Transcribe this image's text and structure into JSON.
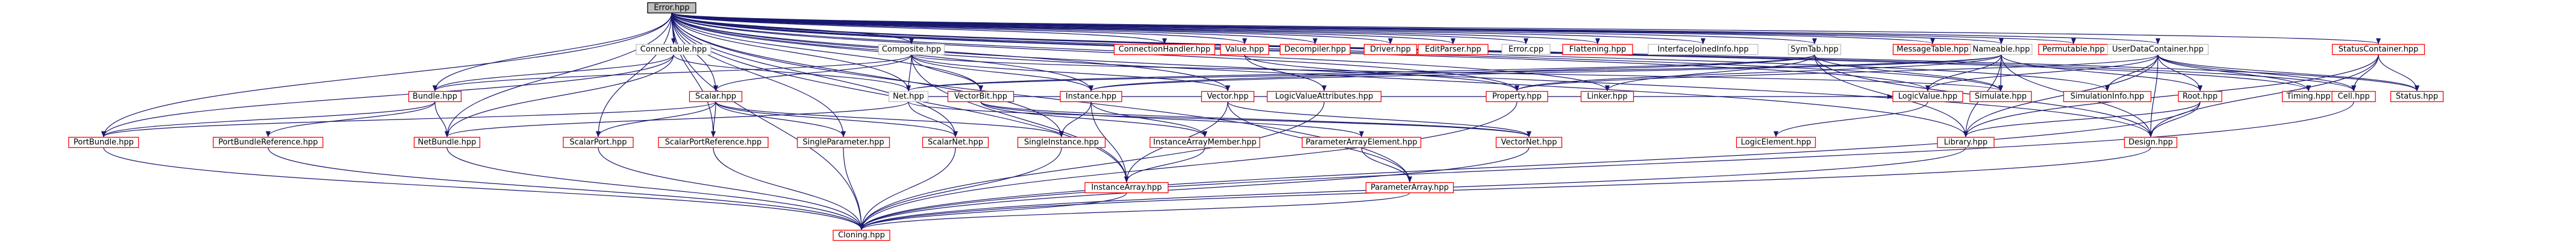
{
  "graph": {
    "colors": {
      "root_fill": "#bfbfbf",
      "root_border": "#000000",
      "node_fill": "#ffffff",
      "node_border_linked": "#ff0000",
      "node_border_plain": "#bfbfbf",
      "edge": "#191970"
    },
    "nodes": [
      {
        "id": "error",
        "label": "Error.hpp",
        "style": "root"
      },
      {
        "id": "connectable",
        "label": "Connectable.hpp",
        "style": "plain"
      },
      {
        "id": "composite",
        "label": "Composite.hpp",
        "style": "plain"
      },
      {
        "id": "connectionhandler",
        "label": "ConnectionHandler.hpp",
        "style": "linked"
      },
      {
        "id": "value",
        "label": "Value.hpp",
        "style": "linked"
      },
      {
        "id": "decompiler",
        "label": "Decompiler.hpp",
        "style": "linked"
      },
      {
        "id": "driver",
        "label": "Driver.hpp",
        "style": "linked"
      },
      {
        "id": "editparser",
        "label": "EditParser.hpp",
        "style": "linked"
      },
      {
        "id": "errorcpp",
        "label": "Error.cpp",
        "style": "plain"
      },
      {
        "id": "flattening",
        "label": "Flattening.hpp",
        "style": "linked"
      },
      {
        "id": "interfacejoinedinfo",
        "label": "InterfaceJoinedInfo.hpp",
        "style": "plain"
      },
      {
        "id": "symtab",
        "label": "SymTab.hpp",
        "style": "plain"
      },
      {
        "id": "messagetable",
        "label": "MessageTable.hpp",
        "style": "linked"
      },
      {
        "id": "nameable",
        "label": "Nameable.hpp",
        "style": "plain"
      },
      {
        "id": "permutable",
        "label": "Permutable.hpp",
        "style": "linked"
      },
      {
        "id": "userdatacontainer",
        "label": "UserDataContainer.hpp",
        "style": "plain"
      },
      {
        "id": "statuscontainer",
        "label": "StatusContainer.hpp",
        "style": "linked"
      },
      {
        "id": "bundle",
        "label": "Bundle.hpp",
        "style": "linked"
      },
      {
        "id": "scalar",
        "label": "Scalar.hpp",
        "style": "linked"
      },
      {
        "id": "net",
        "label": "Net.hpp",
        "style": "plain"
      },
      {
        "id": "vectorbit",
        "label": "VectorBit.hpp",
        "style": "linked"
      },
      {
        "id": "instance",
        "label": "Instance.hpp",
        "style": "linked"
      },
      {
        "id": "vector",
        "label": "Vector.hpp",
        "style": "linked"
      },
      {
        "id": "logicvalueattributes",
        "label": "LogicValueAttributes.hpp",
        "style": "linked"
      },
      {
        "id": "property",
        "label": "Property.hpp",
        "style": "linked"
      },
      {
        "id": "linker",
        "label": "Linker.hpp",
        "style": "linked"
      },
      {
        "id": "logicvalue",
        "label": "LogicValue.hpp",
        "style": "linked"
      },
      {
        "id": "simulate",
        "label": "Simulate.hpp",
        "style": "linked"
      },
      {
        "id": "simulationinfo",
        "label": "SimulationInfo.hpp",
        "style": "linked"
      },
      {
        "id": "root",
        "label": "Root.hpp",
        "style": "linked"
      },
      {
        "id": "timing",
        "label": "Timing.hpp",
        "style": "linked"
      },
      {
        "id": "cell",
        "label": "Cell.hpp",
        "style": "linked"
      },
      {
        "id": "status",
        "label": "Status.hpp",
        "style": "linked"
      },
      {
        "id": "portbundle",
        "label": "PortBundle.hpp",
        "style": "linked"
      },
      {
        "id": "portbundlereference",
        "label": "PortBundleReference.hpp",
        "style": "linked"
      },
      {
        "id": "netbundle",
        "label": "NetBundle.hpp",
        "style": "linked"
      },
      {
        "id": "scalarport",
        "label": "ScalarPort.hpp",
        "style": "linked"
      },
      {
        "id": "scalarportreference",
        "label": "ScalarPortReference.hpp",
        "style": "linked"
      },
      {
        "id": "singleparameter",
        "label": "SingleParameter.hpp",
        "style": "linked"
      },
      {
        "id": "scalarnet",
        "label": "ScalarNet.hpp",
        "style": "linked"
      },
      {
        "id": "singleinstance",
        "label": "SingleInstance.hpp",
        "style": "linked"
      },
      {
        "id": "instancearraymember",
        "label": "InstanceArrayMember.hpp",
        "style": "linked"
      },
      {
        "id": "parameterarrayelement",
        "label": "ParameterArrayElement.hpp",
        "style": "linked"
      },
      {
        "id": "vectornet",
        "label": "VectorNet.hpp",
        "style": "linked"
      },
      {
        "id": "logicelement",
        "label": "LogicElement.hpp",
        "style": "linked"
      },
      {
        "id": "library",
        "label": "Library.hpp",
        "style": "linked"
      },
      {
        "id": "design",
        "label": "Design.hpp",
        "style": "linked"
      },
      {
        "id": "instancearray",
        "label": "InstanceArray.hpp",
        "style": "linked"
      },
      {
        "id": "parameterarray",
        "label": "ParameterArray.hpp",
        "style": "linked"
      },
      {
        "id": "cloning",
        "label": "Cloning.hpp",
        "style": "linked"
      }
    ],
    "edges": [
      [
        "error",
        "connectable"
      ],
      [
        "error",
        "composite"
      ],
      [
        "error",
        "connectionhandler"
      ],
      [
        "error",
        "value"
      ],
      [
        "error",
        "decompiler"
      ],
      [
        "error",
        "driver"
      ],
      [
        "error",
        "editparser"
      ],
      [
        "error",
        "errorcpp"
      ],
      [
        "error",
        "flattening"
      ],
      [
        "error",
        "interfacejoinedinfo"
      ],
      [
        "error",
        "symtab"
      ],
      [
        "error",
        "messagetable"
      ],
      [
        "error",
        "nameable"
      ],
      [
        "error",
        "permutable"
      ],
      [
        "error",
        "userdatacontainer"
      ],
      [
        "error",
        "statuscontainer"
      ],
      [
        "error",
        "bundle"
      ],
      [
        "error",
        "scalar"
      ],
      [
        "error",
        "net"
      ],
      [
        "error",
        "vectorbit"
      ],
      [
        "error",
        "instance"
      ],
      [
        "error",
        "vector"
      ],
      [
        "error",
        "property"
      ],
      [
        "error",
        "linker"
      ],
      [
        "error",
        "logicvalue"
      ],
      [
        "error",
        "simulate"
      ],
      [
        "error",
        "simulationinfo"
      ],
      [
        "error",
        "cell"
      ],
      [
        "error",
        "timing"
      ],
      [
        "error",
        "library"
      ],
      [
        "error",
        "design"
      ],
      [
        "error",
        "status"
      ],
      [
        "error",
        "portbundle"
      ],
      [
        "error",
        "netbundle"
      ],
      [
        "error",
        "scalarport"
      ],
      [
        "error",
        "scalarportreference"
      ],
      [
        "error",
        "singleparameter"
      ],
      [
        "error",
        "scalarnet"
      ],
      [
        "error",
        "singleinstance"
      ],
      [
        "error",
        "instancearray"
      ],
      [
        "error",
        "parameterarray"
      ],
      [
        "error",
        "cloning"
      ],
      [
        "connectable",
        "bundle"
      ],
      [
        "connectable",
        "net"
      ],
      [
        "connectable",
        "portbundle"
      ],
      [
        "connectable",
        "netbundle"
      ],
      [
        "composite",
        "bundle"
      ],
      [
        "composite",
        "scalar"
      ],
      [
        "composite",
        "net"
      ],
      [
        "composite",
        "vectorbit"
      ],
      [
        "composite",
        "instance"
      ],
      [
        "composite",
        "vector"
      ],
      [
        "composite",
        "instancearray"
      ],
      [
        "composite",
        "simulate"
      ],
      [
        "bundle",
        "portbundle"
      ],
      [
        "bundle",
        "portbundlereference"
      ],
      [
        "bundle",
        "netbundle"
      ],
      [
        "scalar",
        "scalarport"
      ],
      [
        "scalar",
        "scalarportreference"
      ],
      [
        "scalar",
        "singleparameter"
      ],
      [
        "scalar",
        "scalarnet"
      ],
      [
        "scalar",
        "singleinstance"
      ],
      [
        "scalar",
        "portbundle"
      ],
      [
        "net",
        "netbundle"
      ],
      [
        "net",
        "scalarnet"
      ],
      [
        "net",
        "vectornet"
      ],
      [
        "net",
        "logicvalue"
      ],
      [
        "vectorbit",
        "instancearraymember"
      ],
      [
        "vectorbit",
        "parameterarrayelement"
      ],
      [
        "vectorbit",
        "vectornet"
      ],
      [
        "instance",
        "singleinstance"
      ],
      [
        "instance",
        "instancearraymember"
      ],
      [
        "instance",
        "instancearray"
      ],
      [
        "vector",
        "vectornet"
      ],
      [
        "vector",
        "parameterarray"
      ],
      [
        "vector",
        "instancearray"
      ],
      [
        "value",
        "logicvalueattributes"
      ],
      [
        "value",
        "property"
      ],
      [
        "logicvalueattributes",
        "cloning"
      ],
      [
        "symtab",
        "linker"
      ],
      [
        "symtab",
        "simulate"
      ],
      [
        "symtab",
        "design"
      ],
      [
        "symtab",
        "library"
      ],
      [
        "symtab",
        "net"
      ],
      [
        "symtab",
        "instance"
      ],
      [
        "nameable",
        "logicvalue"
      ],
      [
        "nameable",
        "simulate"
      ],
      [
        "nameable",
        "library"
      ],
      [
        "nameable",
        "design"
      ],
      [
        "nameable",
        "root"
      ],
      [
        "nameable",
        "instance"
      ],
      [
        "nameable",
        "net"
      ],
      [
        "nameable",
        "property"
      ],
      [
        "userdatacontainer",
        "simulationinfo"
      ],
      [
        "userdatacontainer",
        "root"
      ],
      [
        "userdatacontainer",
        "cell"
      ],
      [
        "userdatacontainer",
        "timing"
      ],
      [
        "userdatacontainer",
        "library"
      ],
      [
        "userdatacontainer",
        "design"
      ],
      [
        "userdatacontainer",
        "logicvalue"
      ],
      [
        "userdatacontainer",
        "status"
      ],
      [
        "userdatacontainer",
        "property"
      ],
      [
        "statuscontainer",
        "cell"
      ],
      [
        "statuscontainer",
        "status"
      ],
      [
        "statuscontainer",
        "design"
      ],
      [
        "statuscontainer",
        "library"
      ],
      [
        "logicvalue",
        "logicelement"
      ],
      [
        "root",
        "library"
      ],
      [
        "root",
        "design"
      ],
      [
        "root",
        "cloning"
      ],
      [
        "cell",
        "cloning"
      ],
      [
        "property",
        "cloning"
      ],
      [
        "library",
        "cloning"
      ],
      [
        "design",
        "cloning"
      ],
      [
        "instancearraymember",
        "instancearray"
      ],
      [
        "parameterarrayelement",
        "parameterarray"
      ],
      [
        "instancearray",
        "cloning"
      ],
      [
        "parameterarray",
        "cloning"
      ],
      [
        "portbundle",
        "cloning"
      ],
      [
        "portbundlereference",
        "cloning"
      ],
      [
        "netbundle",
        "cloning"
      ],
      [
        "scalarport",
        "cloning"
      ],
      [
        "scalarportreference",
        "cloning"
      ],
      [
        "singleparameter",
        "cloning"
      ],
      [
        "scalarnet",
        "cloning"
      ],
      [
        "singleinstance",
        "cloning"
      ],
      [
        "vectornet",
        "cloning"
      ]
    ]
  }
}
